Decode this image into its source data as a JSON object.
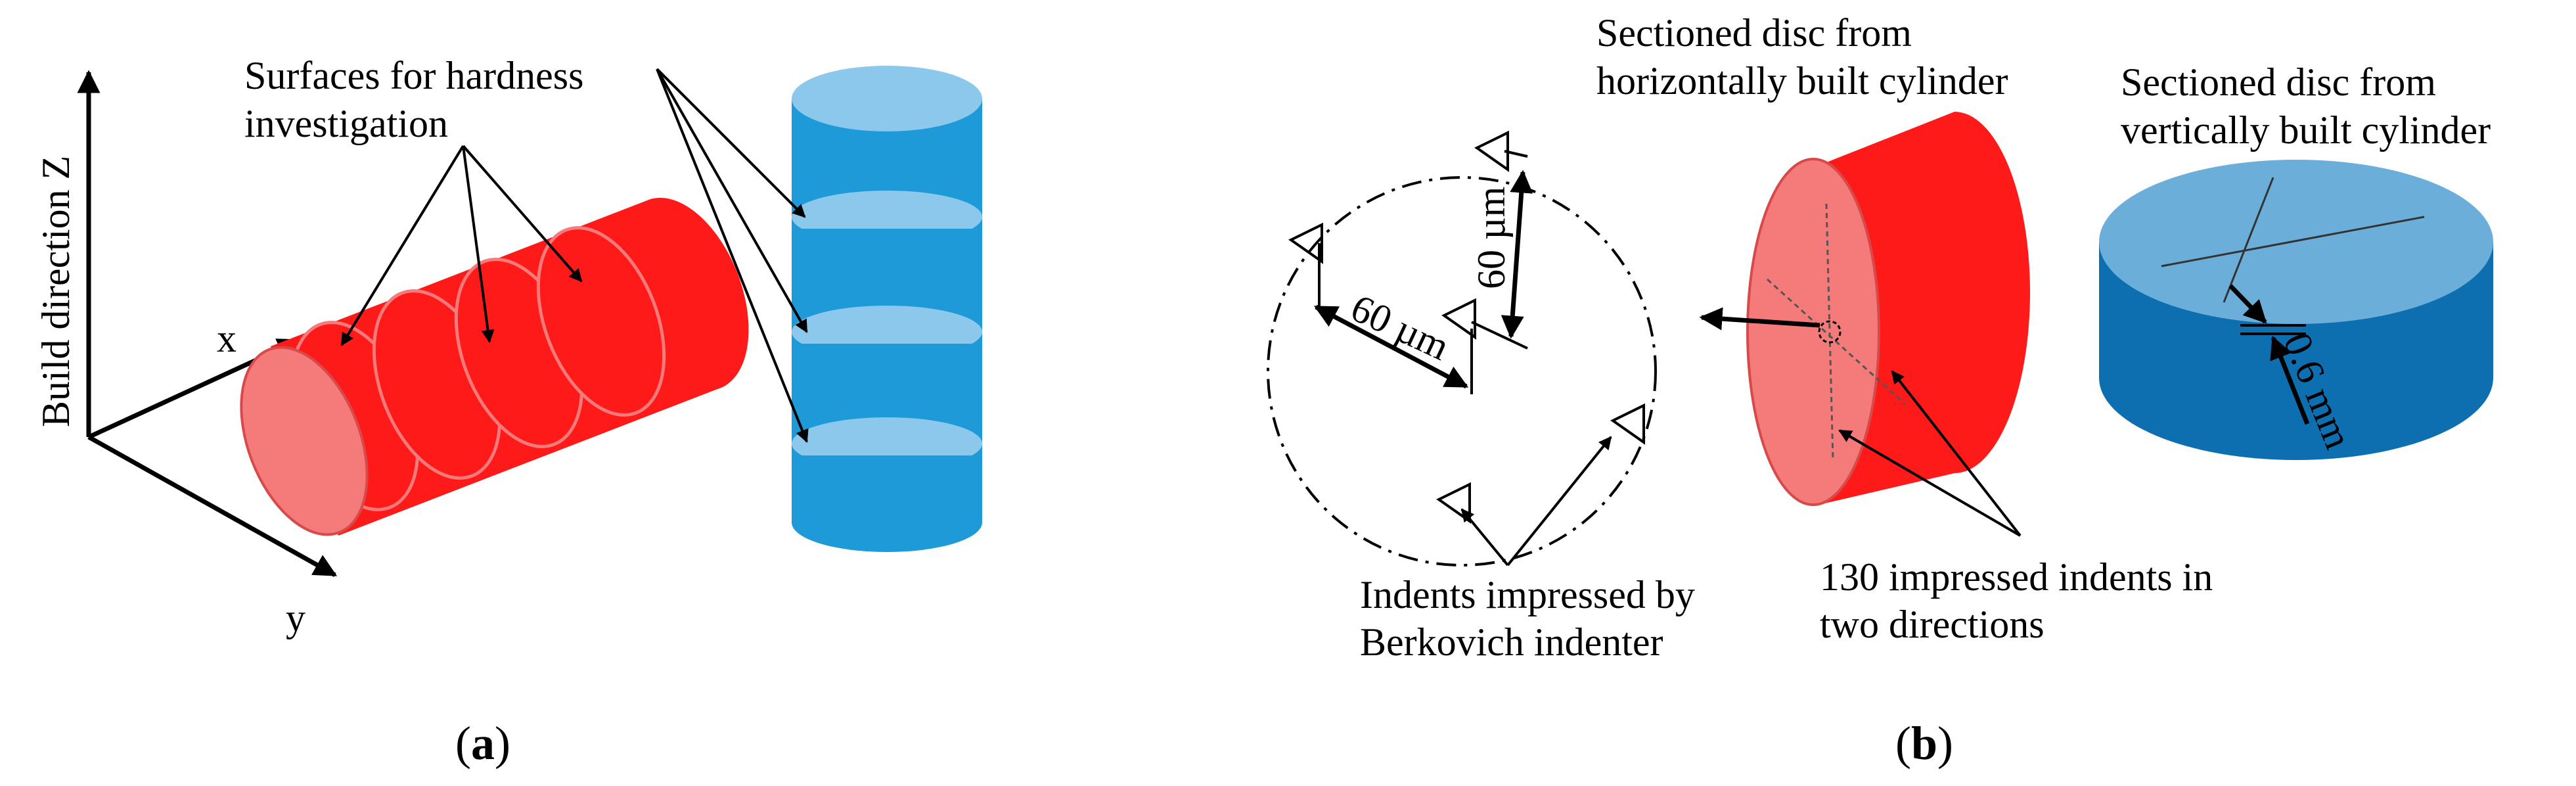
{
  "panel_a": {
    "axis_z_label": "Build direction Z",
    "axis_x_label": "x",
    "axis_y_label": "y",
    "callout_line1": "Surfaces for hardness",
    "callout_line2": "investigation",
    "caption_open": "(",
    "caption_letter": "a",
    "caption_close": ")"
  },
  "panel_b": {
    "dim_horizontal": "60 µm",
    "dim_vertical": "60 µm",
    "dim_thickness": "0.6 mm",
    "label_h_disc_line1": "Sectioned disc from",
    "label_h_disc_line2": "horizontally built cylinder",
    "label_v_disc_line1": "Sectioned disc from",
    "label_v_disc_line2": "vertically built cylinder",
    "label_indents_line1": "Indents impressed by",
    "label_indents_line2": "Berkovich indenter",
    "label_130_line1": "130 impressed indents in",
    "label_130_line2": "two directions",
    "caption_open": "(",
    "caption_letter": "b",
    "caption_close": ")"
  },
  "colors": {
    "red_body": "#ff1a1a",
    "red_face": "#f57a7a",
    "blue_body": "#1e9ad9",
    "blue_band": "#8cc8ec",
    "blue_dark": "#0e6fb0",
    "blue_top": "#6aaed9"
  }
}
